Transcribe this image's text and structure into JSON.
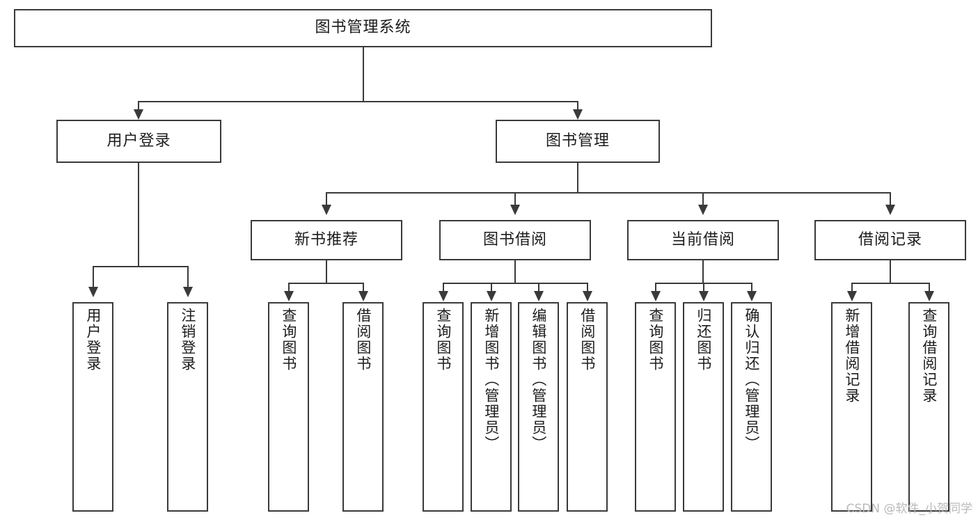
{
  "diagram": {
    "title": "图书管理系统",
    "type": "tree",
    "watermark": "CSDN @软件_小贺同学",
    "colors": {
      "stroke": "#3a3a3a",
      "fill": "#ffffff",
      "text": "#1c1c1c",
      "watermark": "#b9b9b9"
    },
    "nodes": {
      "root": {
        "label": "图书管理系统"
      },
      "level2": [
        {
          "id": "user-login",
          "label": "用户登录"
        },
        {
          "id": "book-manage",
          "label": "图书管理"
        }
      ],
      "level3": [
        {
          "id": "new-book-recommend",
          "label": "新书推荐"
        },
        {
          "id": "book-borrow",
          "label": "图书借阅"
        },
        {
          "id": "current-borrow",
          "label": "当前借阅"
        },
        {
          "id": "borrow-record",
          "label": "借阅记录"
        }
      ],
      "leaves": {
        "user-login": [
          {
            "id": "leaf-user-login",
            "label": "用户登录"
          },
          {
            "id": "leaf-logout-login",
            "label": "注销登录"
          }
        ],
        "new-book-recommend": [
          {
            "id": "leaf-query-book-1",
            "label": "查询图书"
          },
          {
            "id": "leaf-borrow-book-1",
            "label": "借阅图书"
          }
        ],
        "book-borrow": [
          {
            "id": "leaf-query-book-2",
            "label": "查询图书"
          },
          {
            "id": "leaf-add-book",
            "label": "新增图书（管理员）"
          },
          {
            "id": "leaf-edit-book",
            "label": "编辑图书（管理员）"
          },
          {
            "id": "leaf-borrow-book-2",
            "label": "借阅图书"
          }
        ],
        "current-borrow": [
          {
            "id": "leaf-query-book-3",
            "label": "查询图书"
          },
          {
            "id": "leaf-return-book",
            "label": "归还图书"
          },
          {
            "id": "leaf-confirm-return",
            "label": "确认归还（管理员）"
          }
        ],
        "borrow-record": [
          {
            "id": "leaf-add-record",
            "label": "新增借阅记录"
          },
          {
            "id": "leaf-query-record",
            "label": "查询借阅记录"
          }
        ]
      }
    }
  }
}
